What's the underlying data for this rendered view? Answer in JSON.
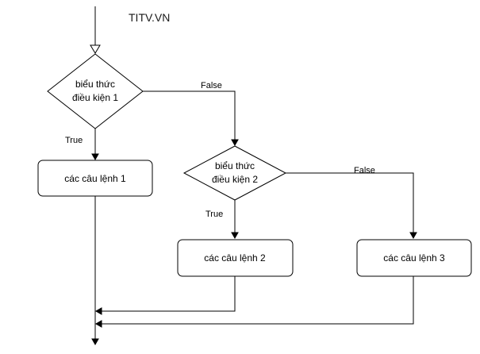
{
  "brand": {
    "label": "TITV.VN"
  },
  "decisions": [
    {
      "line1": "biểu thức",
      "line2": "điều kiện 1"
    },
    {
      "line1": "biểu thức",
      "line2": "điều kiện 2"
    }
  ],
  "statements": [
    {
      "label": "các câu lệnh 1"
    },
    {
      "label": "các câu lệnh 2"
    },
    {
      "label": "các câu lệnh 3"
    }
  ],
  "edges": {
    "d1_true": "True",
    "d1_false": "False",
    "d2_true": "True",
    "d2_false": "False"
  }
}
